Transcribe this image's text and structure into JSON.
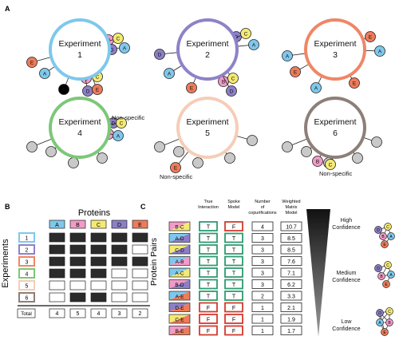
{
  "panel_labels": {
    "a": "A",
    "b": "B",
    "c": "C"
  },
  "colors": {
    "A": "#7fc8ec",
    "B": "#f29ac8",
    "C": "#f4ea74",
    "D": "#8c7fc6",
    "E": "#ee7c5a",
    "grey": "#c9c9c9",
    "cell_dark": "#2b2b2b",
    "rank_green": "#2e9a70",
    "rank_red": "#d23b2f"
  },
  "experiments": [
    {
      "title": "Experiment",
      "number": "1",
      "ring_color": "#7ec8ec",
      "note": ""
    },
    {
      "title": "Experiment",
      "number": "2",
      "ring_color": "#8e82c8",
      "note": ""
    },
    {
      "title": "Experiment",
      "number": "3",
      "ring_color": "#ef8666",
      "note": ""
    },
    {
      "title": "Experiment",
      "number": "4",
      "ring_color": "#7dc779",
      "note": "Non-specific"
    },
    {
      "title": "Experiment",
      "number": "5",
      "ring_color": "#f6cdb7",
      "note": "Non-specific"
    },
    {
      "title": "Experiment",
      "number": "6",
      "ring_color": "#8d7f78",
      "note": "Non-specific"
    }
  ],
  "panel_b": {
    "title": "Proteins",
    "row_axis_label": "Experiments",
    "proteins": [
      "A",
      "B",
      "C",
      "D",
      "E"
    ],
    "rows": [
      {
        "label": "1",
        "color": "#7ec8ec",
        "cells": [
          1,
          1,
          1,
          1,
          1
        ]
      },
      {
        "label": "2",
        "color": "#8e82c8",
        "cells": [
          1,
          1,
          1,
          1,
          0
        ]
      },
      {
        "label": "3",
        "color": "#ef8666",
        "cells": [
          1,
          1,
          1,
          1,
          1
        ]
      },
      {
        "label": "4",
        "color": "#7dc779",
        "cells": [
          1,
          1,
          1,
          0,
          0
        ]
      },
      {
        "label": "5",
        "color": "#f6cdb7",
        "cells": [
          0,
          0,
          0,
          0,
          0
        ]
      },
      {
        "label": "6",
        "color": "#8d7f78",
        "cells": [
          0,
          1,
          1,
          0,
          0
        ]
      }
    ],
    "total_label": "Total",
    "totals": [
      "4",
      "5",
      "4",
      "3",
      "2"
    ]
  },
  "panel_c": {
    "row_axis_label": "Protein Pairs",
    "headers": {
      "true_interaction": "True Interaction",
      "spoke_model": "Spoke Model",
      "copurifications": "Number of copurifications",
      "weighted_matrix": "Weighted Matrix Model"
    },
    "pairs": [
      {
        "label": "B-C",
        "a": "B",
        "b": "C",
        "truth": "T",
        "spoke": "F",
        "count": "4",
        "score": "10.7"
      },
      {
        "label": "A-D",
        "a": "A",
        "b": "D",
        "truth": "T",
        "spoke": "T",
        "count": "3",
        "score": "8.5"
      },
      {
        "label": "C-D",
        "a": "C",
        "b": "D",
        "truth": "T",
        "spoke": "T",
        "count": "3",
        "score": "8.5"
      },
      {
        "label": "A-B",
        "a": "A",
        "b": "B",
        "truth": "T",
        "spoke": "T",
        "count": "3",
        "score": "7.6"
      },
      {
        "label": "A-C",
        "a": "A",
        "b": "C",
        "truth": "T",
        "spoke": "T",
        "count": "3",
        "score": "7.1"
      },
      {
        "label": "B-D",
        "a": "B",
        "b": "D",
        "truth": "T",
        "spoke": "T",
        "count": "3",
        "score": "6.2"
      },
      {
        "label": "A-E",
        "a": "A",
        "b": "E",
        "truth": "T",
        "spoke": "T",
        "count": "2",
        "score": "3.3"
      },
      {
        "label": "D-E",
        "a": "D",
        "b": "E",
        "truth": "F",
        "spoke": "F",
        "count": "1",
        "score": "2.1"
      },
      {
        "label": "C-E",
        "a": "C",
        "b": "E",
        "truth": "F",
        "spoke": "F",
        "count": "1",
        "score": "1.9"
      },
      {
        "label": "B-E",
        "a": "B",
        "b": "E",
        "truth": "F",
        "spoke": "F",
        "count": "1",
        "score": "1.7"
      }
    ],
    "confidence_labels": [
      {
        "line1": "High",
        "line2": "Confidence"
      },
      {
        "line1": "Medium",
        "line2": "Confidence"
      },
      {
        "line1": "Low",
        "line2": "Confidence"
      }
    ]
  }
}
